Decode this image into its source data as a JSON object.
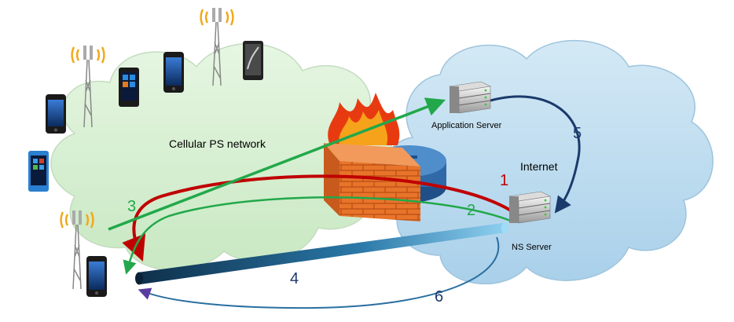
{
  "labels": {
    "cellular": "Cellular PS network",
    "internet": "Internet",
    "app_server": "Application Server",
    "ns_server": "NS Server"
  },
  "steps": {
    "s1": "1",
    "s2": "2",
    "s3": "3",
    "s4": "4",
    "s5": "5",
    "s6": "6"
  },
  "colors": {
    "cellular_cloud": "#d7f0d2",
    "internet_cloud": "#bcdcee",
    "step1": "#c00000",
    "step2": "#22a84a",
    "step3": "#22a84a",
    "step4": "#1a3a6b",
    "step5": "#1a3a6b",
    "step6": "#2a6fa0",
    "firewall_brick": "#e8742a",
    "firewall_flame": "#e83a10"
  },
  "icons": {
    "towers": [
      "cell-tower-icon",
      "cell-tower-icon",
      "cell-tower-icon"
    ],
    "phones": [
      "smartphone-icon",
      "smartphone-icon",
      "smartphone-icon",
      "smartphone-icon",
      "smartphone-icon",
      "smartphone-icon"
    ],
    "servers": [
      "server-icon",
      "server-icon"
    ],
    "firewall": "firewall-icon",
    "router": "router-icon"
  }
}
